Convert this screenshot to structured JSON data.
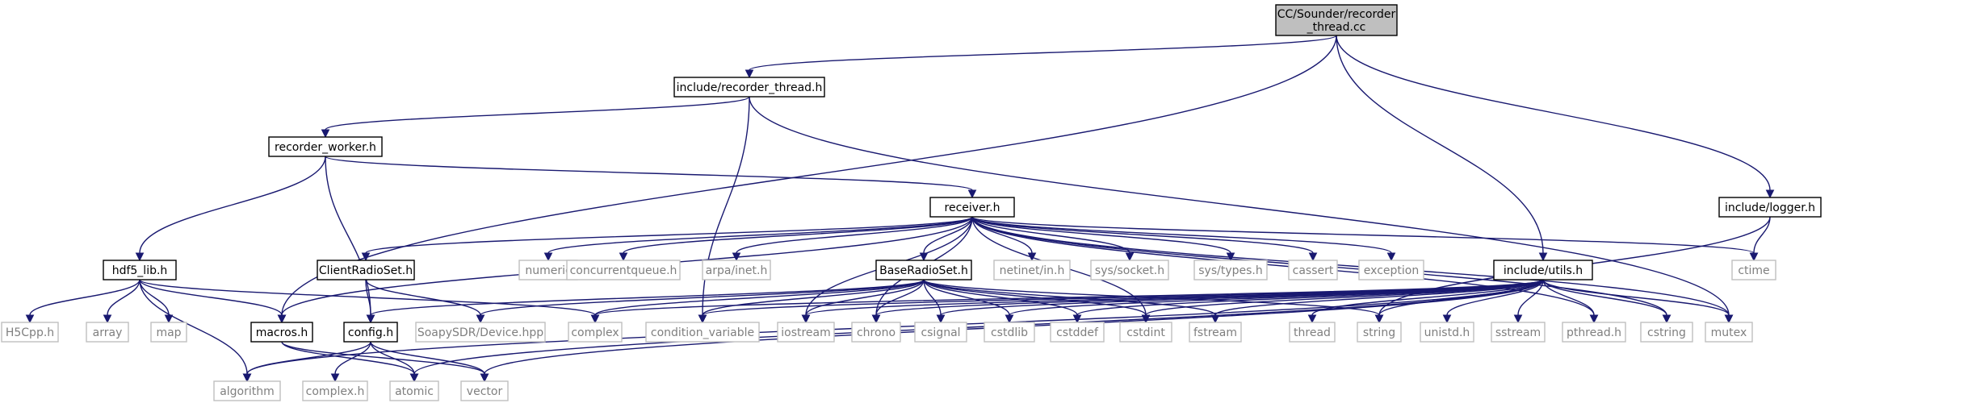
{
  "colors": {
    "edge": "#191970",
    "root_fill": "#bfbfbf",
    "node_border": "#000000",
    "node_text": "#000000",
    "external_border": "#bfbfbf",
    "external_text": "#7f7f7f"
  },
  "nodes": [
    {
      "id": "root",
      "label": "CC/Sounder/recorder\n_thread.cc",
      "kind": "root"
    },
    {
      "id": "recorder_thread_h",
      "label": "include/recorder_thread.h",
      "kind": "local"
    },
    {
      "id": "recorder_worker_h",
      "label": "recorder_worker.h",
      "kind": "local"
    },
    {
      "id": "receiver_h",
      "label": "receiver.h",
      "kind": "local"
    },
    {
      "id": "logger_h",
      "label": "include/logger.h",
      "kind": "local"
    },
    {
      "id": "hdf5_lib_h",
      "label": "hdf5_lib.h",
      "kind": "local"
    },
    {
      "id": "clientradioset_h",
      "label": "ClientRadioSet.h",
      "kind": "local"
    },
    {
      "id": "baseradioset_h",
      "label": "BaseRadioSet.h",
      "kind": "local"
    },
    {
      "id": "utils_h",
      "label": "include/utils.h",
      "kind": "local"
    },
    {
      "id": "macros_h",
      "label": "macros.h",
      "kind": "local"
    },
    {
      "id": "config_h",
      "label": "config.h",
      "kind": "local"
    },
    {
      "id": "numeric",
      "label": "numeric",
      "kind": "external"
    },
    {
      "id": "concurrentqueue_h",
      "label": "concurrentqueue.h",
      "kind": "external"
    },
    {
      "id": "arpa_inet_h",
      "label": "arpa/inet.h",
      "kind": "external"
    },
    {
      "id": "netinet_in_h",
      "label": "netinet/in.h",
      "kind": "external"
    },
    {
      "id": "sys_socket_h",
      "label": "sys/socket.h",
      "kind": "external"
    },
    {
      "id": "sys_types_h",
      "label": "sys/types.h",
      "kind": "external"
    },
    {
      "id": "cassert",
      "label": "cassert",
      "kind": "external"
    },
    {
      "id": "exception",
      "label": "exception",
      "kind": "external"
    },
    {
      "id": "ctime",
      "label": "ctime",
      "kind": "external"
    },
    {
      "id": "h5cpp_h",
      "label": "H5Cpp.h",
      "kind": "external"
    },
    {
      "id": "array",
      "label": "array",
      "kind": "external"
    },
    {
      "id": "map",
      "label": "map",
      "kind": "external"
    },
    {
      "id": "soapysdr_device_hpp",
      "label": "SoapySDR/Device.hpp",
      "kind": "external"
    },
    {
      "id": "complex",
      "label": "complex",
      "kind": "external"
    },
    {
      "id": "condition_variable",
      "label": "condition_variable",
      "kind": "external"
    },
    {
      "id": "iostream",
      "label": "iostream",
      "kind": "external"
    },
    {
      "id": "chrono",
      "label": "chrono",
      "kind": "external"
    },
    {
      "id": "csignal",
      "label": "csignal",
      "kind": "external"
    },
    {
      "id": "cstdlib",
      "label": "cstdlib",
      "kind": "external"
    },
    {
      "id": "cstddef",
      "label": "cstddef",
      "kind": "external"
    },
    {
      "id": "cstdint",
      "label": "cstdint",
      "kind": "external"
    },
    {
      "id": "fstream",
      "label": "fstream",
      "kind": "external"
    },
    {
      "id": "thread",
      "label": "thread",
      "kind": "external"
    },
    {
      "id": "string",
      "label": "string",
      "kind": "external"
    },
    {
      "id": "unistd_h",
      "label": "unistd.h",
      "kind": "external"
    },
    {
      "id": "sstream",
      "label": "sstream",
      "kind": "external"
    },
    {
      "id": "pthread_h",
      "label": "pthread.h",
      "kind": "external"
    },
    {
      "id": "cstring",
      "label": "cstring",
      "kind": "external"
    },
    {
      "id": "mutex",
      "label": "mutex",
      "kind": "external"
    },
    {
      "id": "algorithm",
      "label": "algorithm",
      "kind": "external"
    },
    {
      "id": "complex_h",
      "label": "complex.h",
      "kind": "external"
    },
    {
      "id": "atomic",
      "label": "atomic",
      "kind": "external"
    },
    {
      "id": "vector",
      "label": "vector",
      "kind": "external"
    }
  ],
  "edges": [
    [
      "root",
      "recorder_thread_h"
    ],
    [
      "root",
      "macros_h"
    ],
    [
      "root",
      "logger_h"
    ],
    [
      "root",
      "utils_h"
    ],
    [
      "recorder_thread_h",
      "recorder_worker_h"
    ],
    [
      "recorder_thread_h",
      "condition_variable"
    ],
    [
      "recorder_thread_h",
      "mutex"
    ],
    [
      "recorder_worker_h",
      "receiver_h"
    ],
    [
      "recorder_worker_h",
      "hdf5_lib_h"
    ],
    [
      "recorder_worker_h",
      "config_h"
    ],
    [
      "receiver_h",
      "clientradioset_h"
    ],
    [
      "receiver_h",
      "baseradioset_h"
    ],
    [
      "receiver_h",
      "macros_h"
    ],
    [
      "receiver_h",
      "numeric"
    ],
    [
      "receiver_h",
      "concurrentqueue_h"
    ],
    [
      "receiver_h",
      "arpa_inet_h"
    ],
    [
      "receiver_h",
      "netinet_in_h"
    ],
    [
      "receiver_h",
      "sys_socket_h"
    ],
    [
      "receiver_h",
      "sys_types_h"
    ],
    [
      "receiver_h",
      "cassert"
    ],
    [
      "receiver_h",
      "exception"
    ],
    [
      "receiver_h",
      "ctime"
    ],
    [
      "receiver_h",
      "iostream"
    ],
    [
      "receiver_h",
      "chrono"
    ],
    [
      "receiver_h",
      "cstdint"
    ],
    [
      "receiver_h",
      "pthread_h"
    ],
    [
      "receiver_h",
      "cstring"
    ],
    [
      "receiver_h",
      "mutex"
    ],
    [
      "logger_h",
      "ctime"
    ],
    [
      "logger_h",
      "string"
    ],
    [
      "hdf5_lib_h",
      "h5cpp_h"
    ],
    [
      "hdf5_lib_h",
      "array"
    ],
    [
      "hdf5_lib_h",
      "map"
    ],
    [
      "hdf5_lib_h",
      "macros_h"
    ],
    [
      "hdf5_lib_h",
      "algorithm"
    ],
    [
      "hdf5_lib_h",
      "complex"
    ],
    [
      "clientradioset_h",
      "config_h"
    ],
    [
      "clientradioset_h",
      "soapysdr_device_hpp"
    ],
    [
      "baseradioset_h",
      "config_h"
    ],
    [
      "baseradioset_h",
      "soapysdr_device_hpp"
    ],
    [
      "baseradioset_h",
      "complex"
    ],
    [
      "baseradioset_h",
      "condition_variable"
    ],
    [
      "baseradioset_h",
      "iostream"
    ],
    [
      "baseradioset_h",
      "chrono"
    ],
    [
      "baseradioset_h",
      "csignal"
    ],
    [
      "baseradioset_h",
      "cstdlib"
    ],
    [
      "baseradioset_h",
      "cstddef"
    ],
    [
      "baseradioset_h",
      "cstdint"
    ],
    [
      "baseradioset_h",
      "fstream"
    ],
    [
      "baseradioset_h",
      "string"
    ],
    [
      "utils_h",
      "complex"
    ],
    [
      "utils_h",
      "condition_variable"
    ],
    [
      "utils_h",
      "iostream"
    ],
    [
      "utils_h",
      "chrono"
    ],
    [
      "utils_h",
      "csignal"
    ],
    [
      "utils_h",
      "cstdlib"
    ],
    [
      "utils_h",
      "cstddef"
    ],
    [
      "utils_h",
      "cstdint"
    ],
    [
      "utils_h",
      "fstream"
    ],
    [
      "utils_h",
      "thread"
    ],
    [
      "utils_h",
      "string"
    ],
    [
      "utils_h",
      "unistd_h"
    ],
    [
      "utils_h",
      "sstream"
    ],
    [
      "utils_h",
      "pthread_h"
    ],
    [
      "utils_h",
      "cstring"
    ],
    [
      "utils_h",
      "mutex"
    ],
    [
      "utils_h",
      "algorithm"
    ],
    [
      "utils_h",
      "vector"
    ],
    [
      "utils_h",
      "atomic"
    ],
    [
      "macros_h",
      "atomic"
    ],
    [
      "macros_h",
      "vector"
    ],
    [
      "config_h",
      "algorithm"
    ],
    [
      "config_h",
      "complex_h"
    ],
    [
      "config_h",
      "atomic"
    ],
    [
      "config_h",
      "vector"
    ]
  ]
}
